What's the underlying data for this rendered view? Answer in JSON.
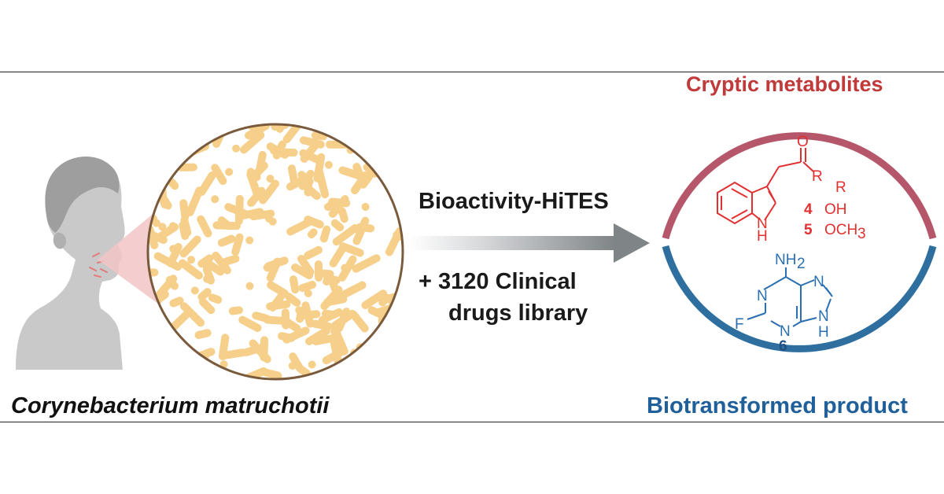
{
  "labels": {
    "species": "Corynebacterium matruchotii",
    "method": "Bioactivity-HiTES",
    "library_line1": "+ 3120 Clinical",
    "library_line2": "drugs library",
    "cryptic": "Cryptic metabolites",
    "biotransformed": "Biotransformed product"
  },
  "structures": {
    "indole": {
      "carbonyl_O": "O",
      "R_group": "R",
      "NH_N": "N",
      "NH_H": "H",
      "table_header": "R",
      "cmpd4_num": "4",
      "cmpd4_R": "OH",
      "cmpd5_num": "5",
      "cmpd5_R": "OCH",
      "cmpd5_sub": "3"
    },
    "purine": {
      "amine": "NH",
      "amine_sub": "2",
      "N1": "N",
      "N3": "N",
      "N7": "N",
      "N9": "N",
      "N9_H": "H",
      "fluoro": "F",
      "cmpd6_num": "6"
    }
  },
  "colors": {
    "cryptic": "#c0393b",
    "biotransformed": "#1f5f9a",
    "top_arc": "#b5566a",
    "bottom_arc": "#2e6fa0",
    "bacteria": "#f6cf8a",
    "petri_border": "#7a5a3c",
    "arrow": "#7f8487"
  },
  "icons": {
    "head": "human-head-profile-icon",
    "bacteria": "rod-bacteria-icon"
  }
}
